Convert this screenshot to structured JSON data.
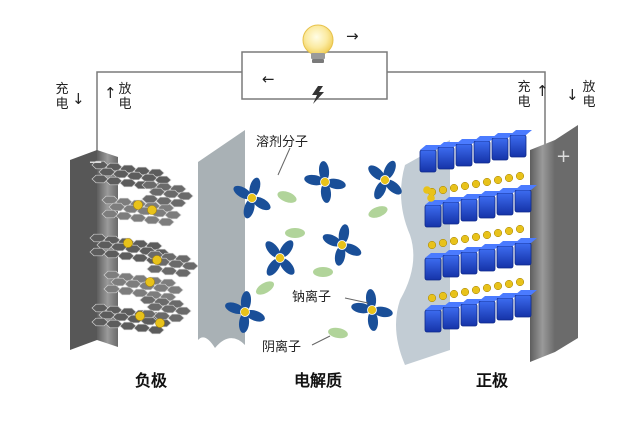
{
  "labels": {
    "solvent": "溶剂分子",
    "sodium_ion": "钠离子",
    "anion": "阴离子",
    "negative_electrode": "负极",
    "electrolyte": "电解质",
    "positive_electrode": "正极",
    "charge": "充电",
    "discharge": "放电",
    "minus_sign": "−",
    "plus_sign": "+"
  },
  "icons": {
    "bulb": "light-bulb-icon",
    "lightning": "lightning-icon",
    "arrow_right": "→",
    "arrow_left": "←",
    "arrow_up": "↑",
    "arrow_down": "↓"
  },
  "colors": {
    "graphite": "#6e6e6e",
    "cathode_blue": "#1f44c8",
    "sodium": "#e8c21a",
    "solvent_blue": "#1a4f98",
    "anion_green": "#a8cf8f",
    "electrode_plate": "#8a8a8a",
    "wire": "#777777"
  }
}
